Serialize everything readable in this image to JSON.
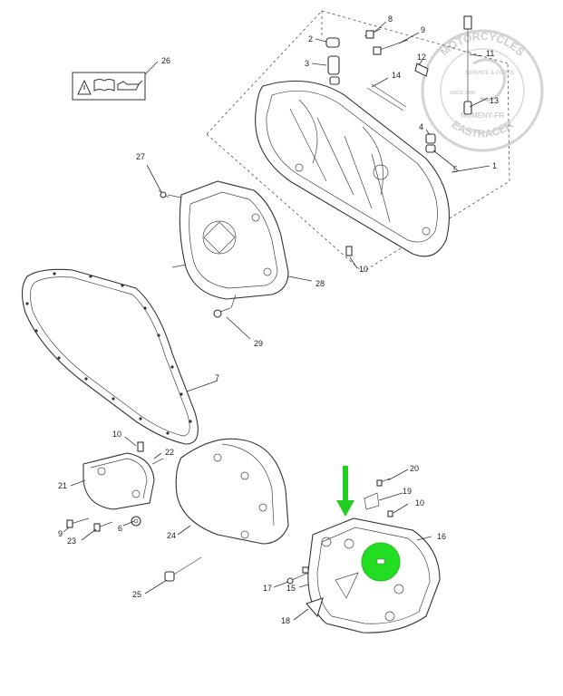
{
  "labels": {
    "l1": "1",
    "l2": "2",
    "l3": "3",
    "l4": "4",
    "l5": "5",
    "l6": "6",
    "l7": "7",
    "l8": "8",
    "l9a": "9",
    "l9b": "9",
    "l10a": "10",
    "l10b": "10",
    "l10c": "10",
    "l11": "11",
    "l12": "12",
    "l13": "13",
    "l14": "14",
    "l15": "15",
    "l16": "16",
    "l17": "17",
    "l18": "18",
    "l19": "19",
    "l20": "20",
    "l21": "21",
    "l22": "22",
    "l23": "23",
    "l24": "24",
    "l25": "25",
    "l26": "26",
    "l27": "27",
    "l28": "28",
    "l29": "29"
  },
  "watermark": {
    "line1": "MOTORCYCLES",
    "line2": "SERVICE & PARTS",
    "line3": "SINCE 1989",
    "line4": "NOMENY-FR",
    "line5": "EASTRACER"
  },
  "colors": {
    "highlight": "#22dd22",
    "arrow": "#22cc22",
    "watermark": "#cfcfcf"
  }
}
